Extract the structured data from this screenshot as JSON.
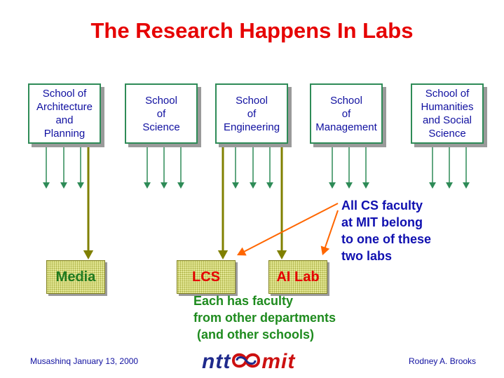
{
  "title": "The Research Happens In Labs",
  "schools": [
    {
      "label": "School of\nArchitecture\nand\nPlanning"
    },
    {
      "label": "School\nof\nScience"
    },
    {
      "label": "School\nof\nEngineering"
    },
    {
      "label": "School\nof\nManagement"
    },
    {
      "label": "School of\nHumanities\nand Social\nScience"
    }
  ],
  "labs": [
    {
      "label": "Media"
    },
    {
      "label": "LCS"
    },
    {
      "label": "AI Lab"
    }
  ],
  "notes": {
    "cs_faculty": "All CS faculty\nat MIT belong\nto one of these\ntwo labs",
    "each_has": "Each has faculty\nfrom other departments\n (and other schools)"
  },
  "footer": {
    "left": "Musashinq January 13, 2000",
    "right": "Rodney A. Brooks"
  },
  "logo": {
    "ntt": "ntt",
    "mit": "mit"
  },
  "colors": {
    "title": "#e60000",
    "school_text": "#1010a0",
    "school_border": "#2e8b57",
    "green_arrow": "#2e8b57",
    "olive_arrow": "#808000",
    "orange_arrow": "#ff6600",
    "lab_text_media": "#1f7a1f",
    "lab_text_red": "#e60000",
    "note_blue": "#1010b0",
    "note_green": "#1e8b1e"
  }
}
